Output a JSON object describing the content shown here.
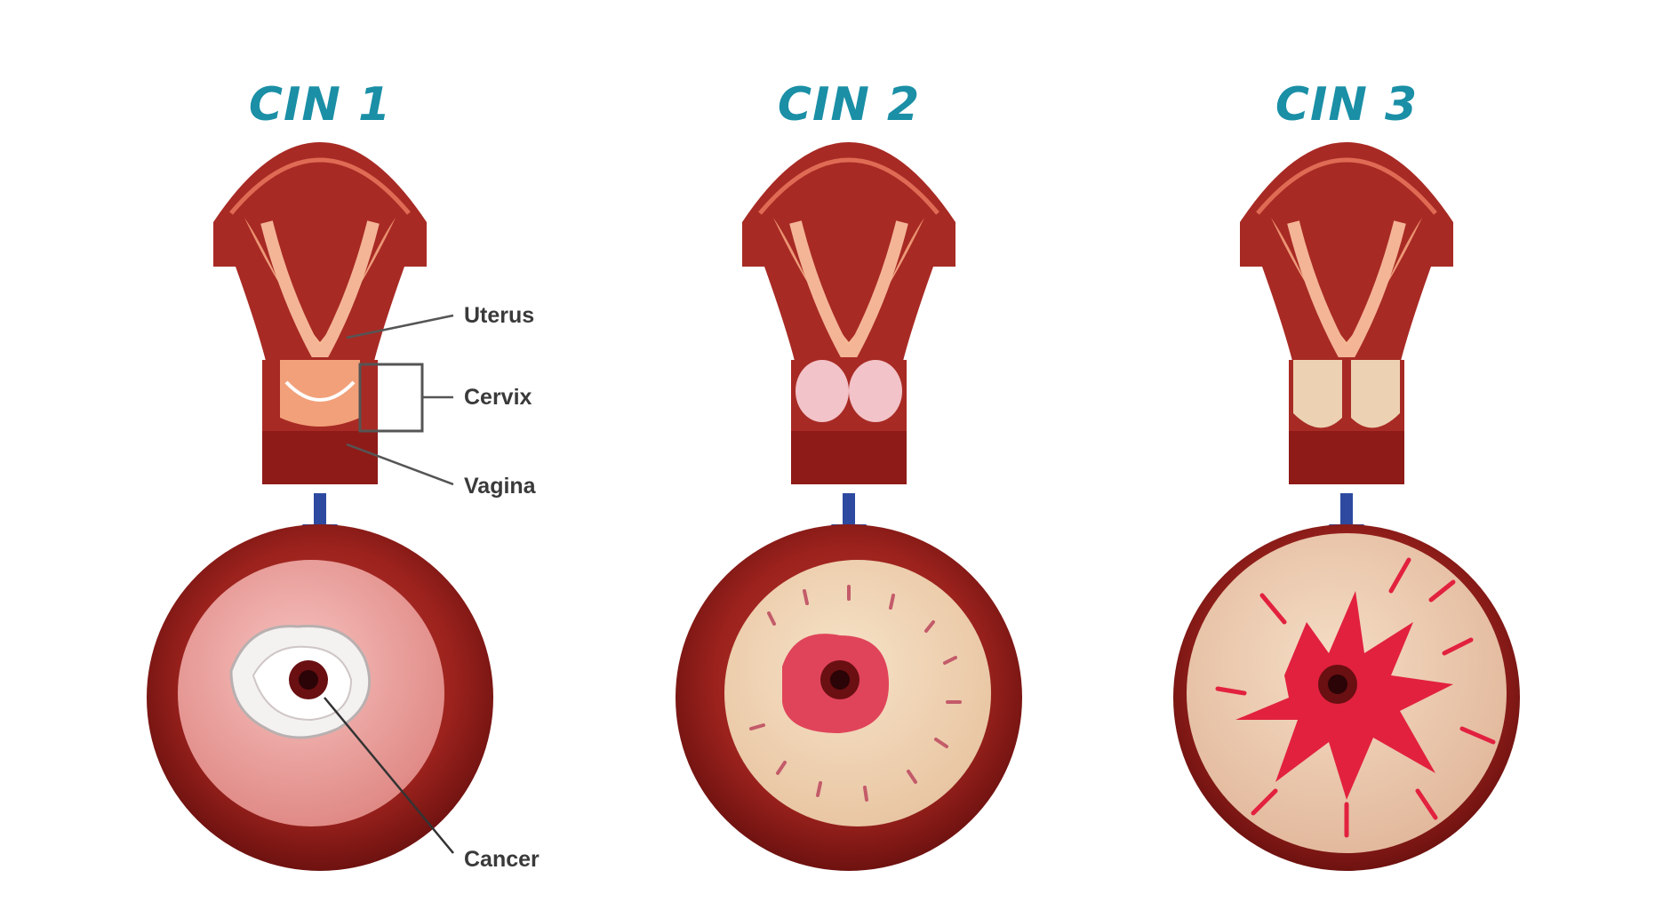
{
  "panels": [
    {
      "title": "CIN 1"
    },
    {
      "title": "CIN 2"
    },
    {
      "title": "CIN 3"
    }
  ],
  "labels": {
    "uterus": "Uterus",
    "cervix": "Cervix",
    "vagina": "Vagina",
    "cancer": "Cancer"
  },
  "colors": {
    "title": "#1a8fa6",
    "tissue_dark": "#8e1b18",
    "tissue_mid": "#b3322b",
    "canal": "#f2a07a",
    "arrow": "#2d4aa0"
  }
}
